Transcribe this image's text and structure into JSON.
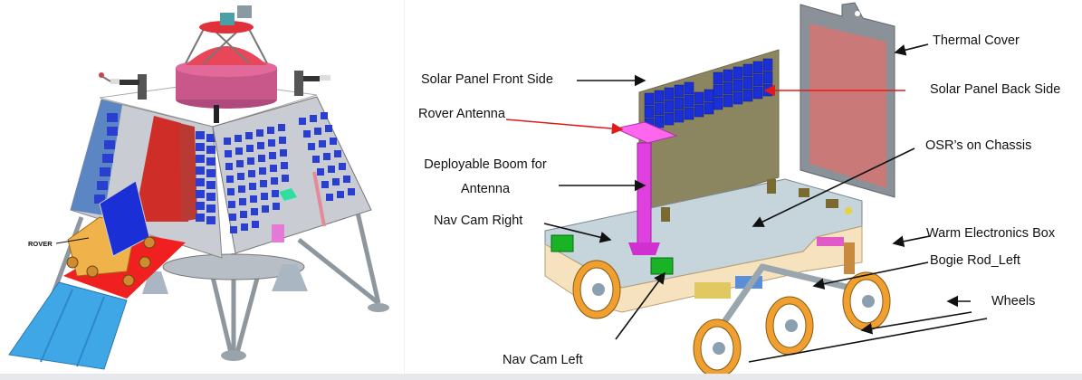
{
  "lander": {
    "labels": [
      {
        "id": "rover",
        "text": "ROVER"
      }
    ]
  },
  "rover": {
    "labels": [
      {
        "id": "solar-panel-front-side",
        "text": "Solar Panel Front Side"
      },
      {
        "id": "rover-antenna",
        "text": "Rover Antenna"
      },
      {
        "id": "deployable-boom-line1",
        "text": "Deployable Boom for"
      },
      {
        "id": "deployable-boom-line2",
        "text": "Antenna"
      },
      {
        "id": "nav-cam-right",
        "text": "Nav Cam Right"
      },
      {
        "id": "nav-cam-left",
        "text": "Nav Cam Left"
      },
      {
        "id": "thermal-cover",
        "text": "Thermal Cover"
      },
      {
        "id": "solar-panel-back-side",
        "text": "Solar Panel Back Side"
      },
      {
        "id": "osrs-on-chassis",
        "text": "OSR’s on Chassis"
      },
      {
        "id": "warm-electronics-box",
        "text": "Warm Electronics Box"
      },
      {
        "id": "bogie-rod-left",
        "text": "Bogie Rod_Left"
      },
      {
        "id": "wheels",
        "text": "Wheels"
      }
    ]
  },
  "colors": {
    "solar_cell_blue": "#1a2fd6",
    "lander_body_gray": "#c9cdd3",
    "lander_red": "#d42b2b",
    "lander_pink": "#c8578a",
    "ramp_blue": "#3fa7e6",
    "rover_gold": "#f0b24a",
    "panel_khaki": "#8b8560",
    "antenna_magenta": "#e040e0",
    "thermal_cover_frame": "#8a9198",
    "thermal_cover_fill": "#c97a78",
    "chassis_top": "#c6d4dc",
    "electronics_box": "#f6e2be",
    "wheel_orange": "#f0a030",
    "navcam_green": "#19b326",
    "red_arrow": "#e31a1a"
  }
}
